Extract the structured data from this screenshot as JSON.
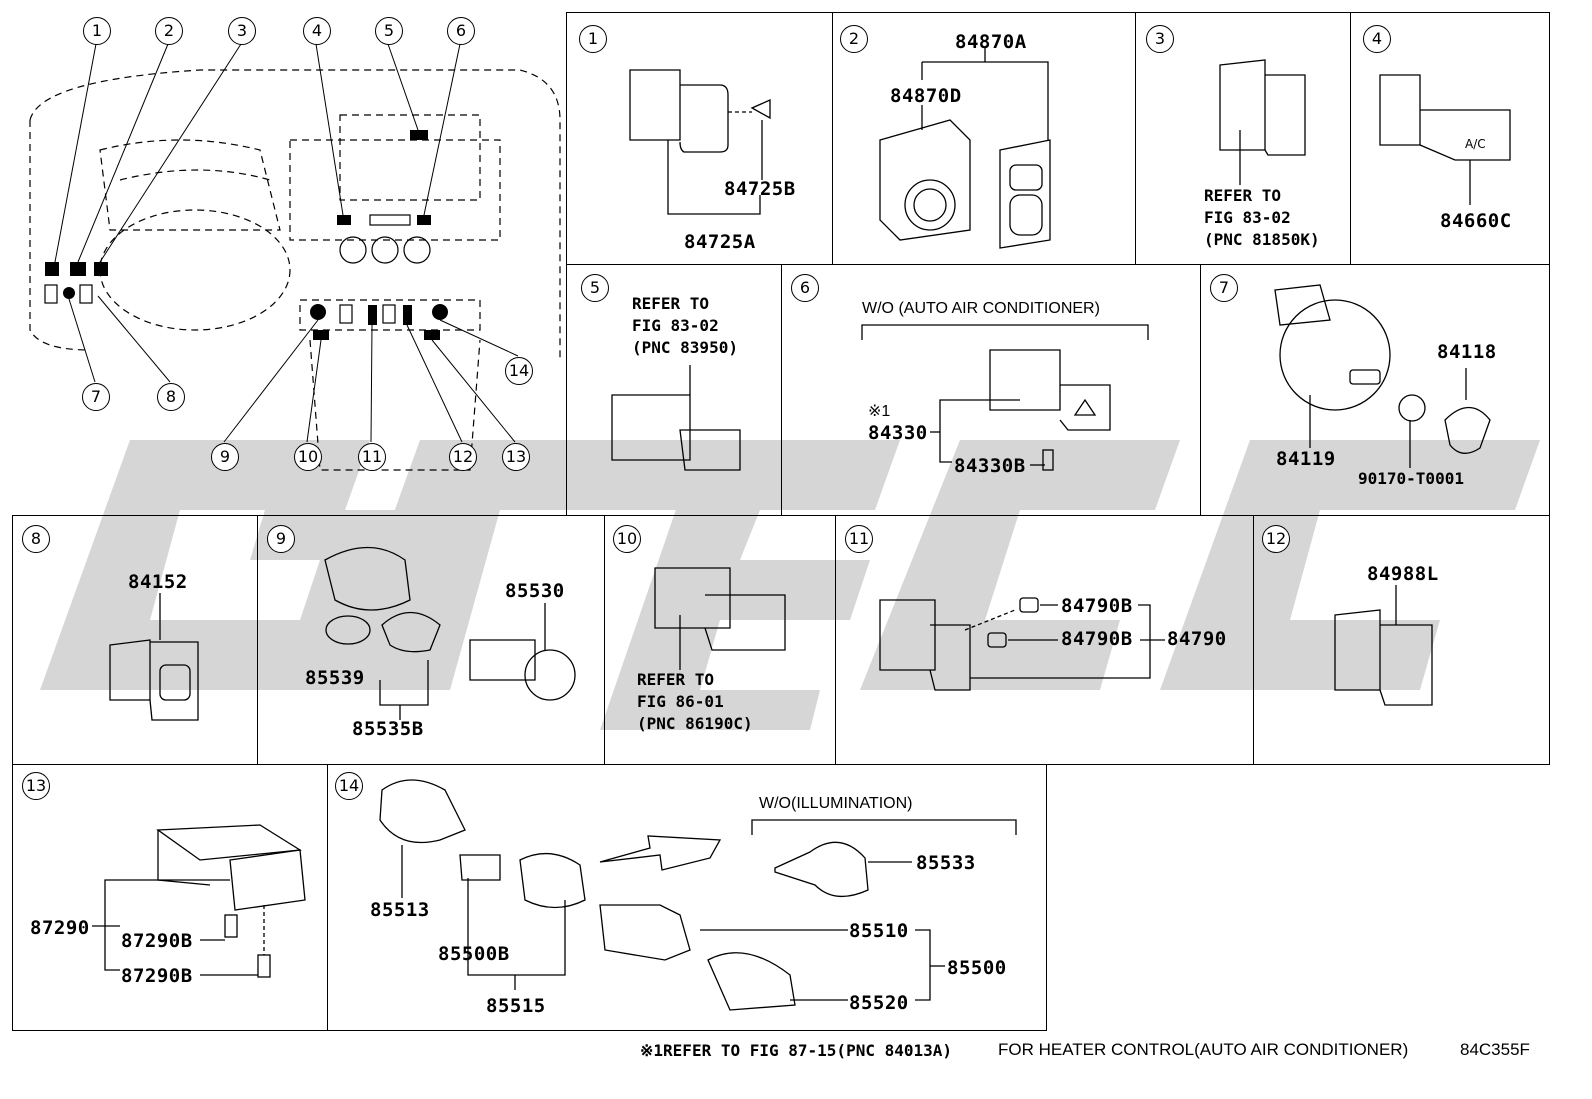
{
  "overview": {
    "callouts": [
      "1",
      "2",
      "3",
      "4",
      "5",
      "6",
      "7",
      "8",
      "9",
      "10",
      "11",
      "12",
      "13",
      "14"
    ]
  },
  "panels": {
    "p1": {
      "num": "1",
      "parts": {
        "a": "84725B",
        "b": "84725A"
      }
    },
    "p2": {
      "num": "2",
      "parts": {
        "a": "84870A",
        "b": "84870D"
      }
    },
    "p3": {
      "num": "3",
      "refer": [
        "REFER TO",
        "FIG 83-02",
        "(PNC 81850K)"
      ]
    },
    "p4": {
      "num": "4",
      "parts": {
        "a": "84660C"
      }
    },
    "p5": {
      "num": "5",
      "refer": [
        "REFER TO",
        "FIG 83-02",
        "(PNC 83950)"
      ]
    },
    "p6": {
      "num": "6",
      "condition": "W/O (AUTO AIR CONDITIONER)",
      "mark": "※1",
      "parts": {
        "a": "84330",
        "b": "84330B"
      }
    },
    "p7": {
      "num": "7",
      "parts": {
        "a": "84118",
        "b": "84119",
        "c": "90170-T0001"
      }
    },
    "p8": {
      "num": "8",
      "parts": {
        "a": "84152"
      }
    },
    "p9": {
      "num": "9",
      "parts": {
        "a": "85530",
        "b": "85539",
        "c": "85535B"
      }
    },
    "p10": {
      "num": "10",
      "refer": [
        "REFER TO",
        "FIG 86-01",
        "(PNC 86190C)"
      ]
    },
    "p11": {
      "num": "11",
      "parts": {
        "a": "84790B",
        "b": "84790B",
        "c": "84790"
      }
    },
    "p12": {
      "num": "12",
      "parts": {
        "a": "84988L"
      }
    },
    "p13": {
      "num": "13",
      "parts": {
        "a": "87290",
        "b": "87290B",
        "c": "87290B"
      }
    },
    "p14": {
      "num": "14",
      "condition": "W/O(ILLUMINATION)",
      "parts": {
        "a": "85513",
        "b": "85533",
        "c": "85510",
        "d": "85500",
        "e": "85500B",
        "f": "85520",
        "g": "85515"
      }
    }
  },
  "footer": {
    "reference": "※1REFER TO FIG 87-15(PNC 84013A)",
    "note": "FOR HEATER CONTROL(AUTO AIR CONDITIONER)",
    "code": "84C355F"
  },
  "colors": {
    "line": "#000000",
    "watermark": "#d0d0d0",
    "background": "#ffffff"
  }
}
